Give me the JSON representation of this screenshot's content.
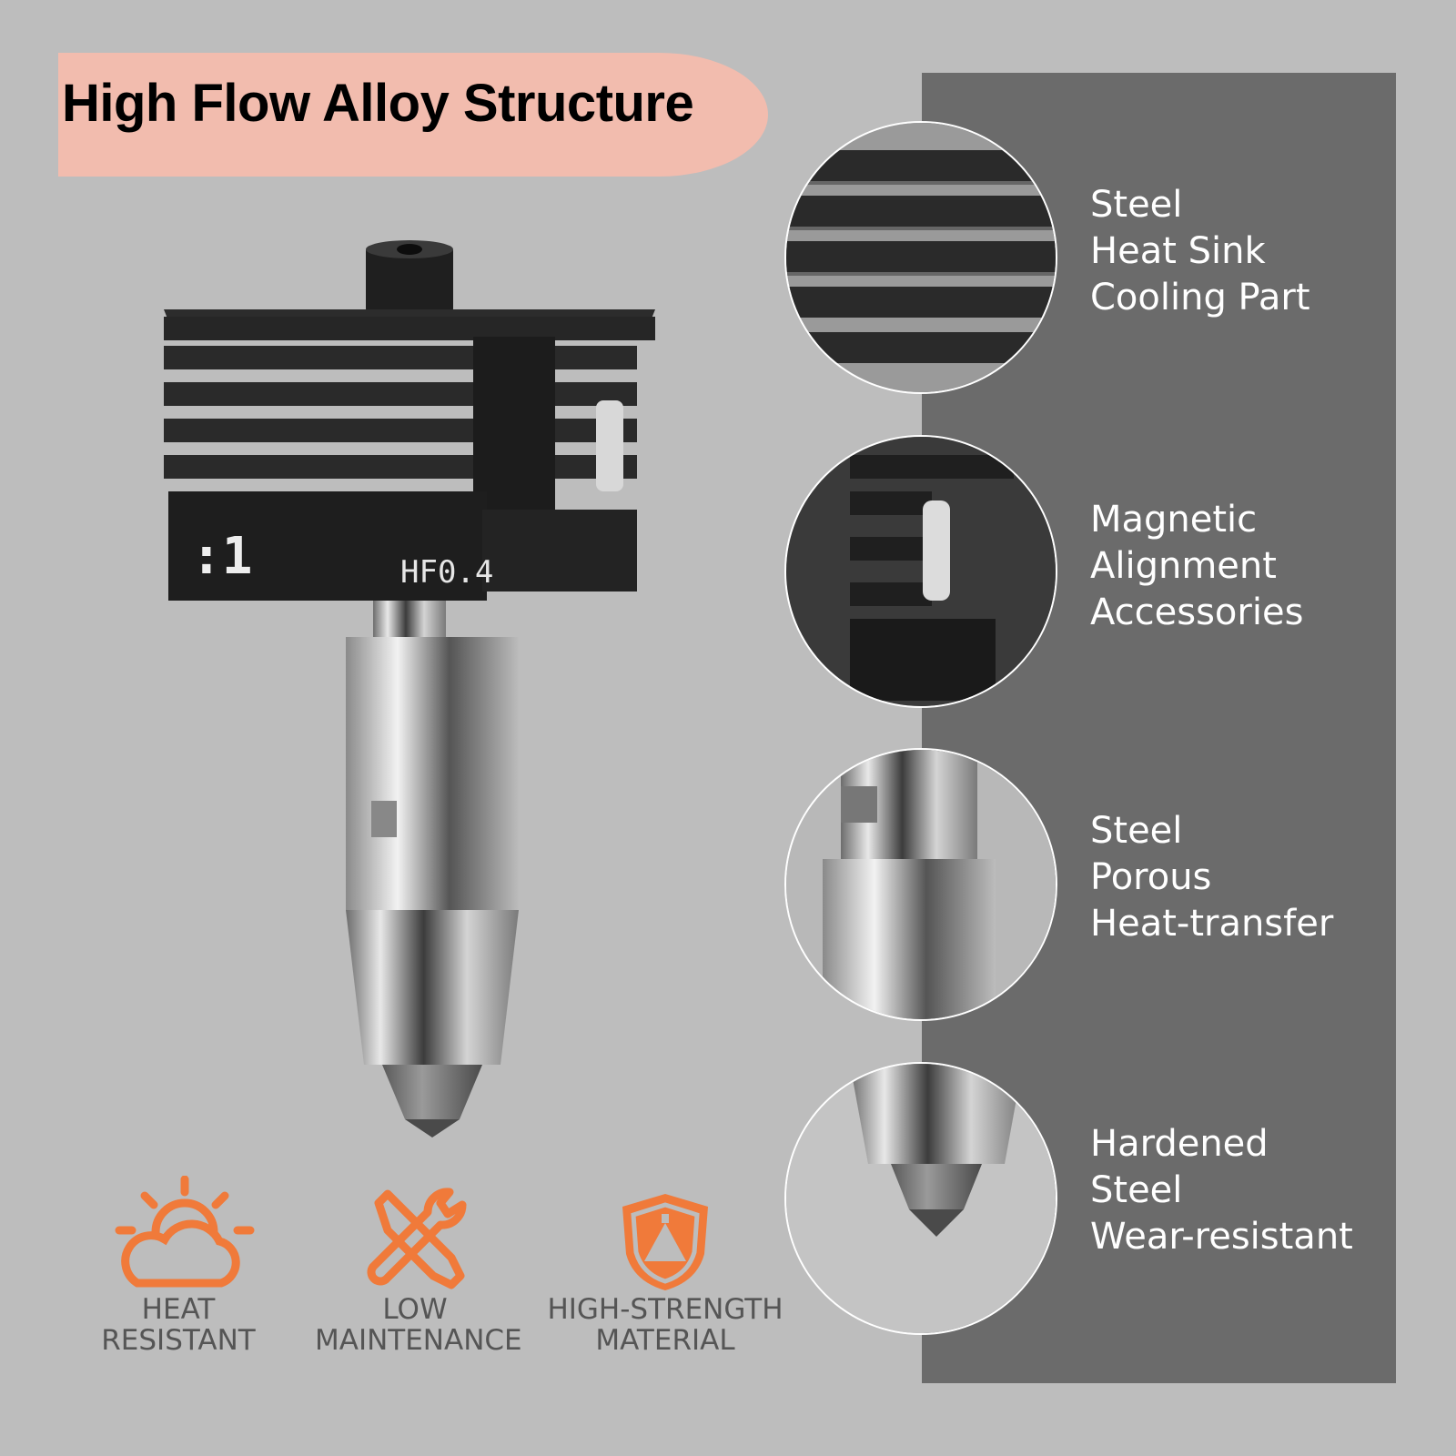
{
  "title": "High Flow Alloy Structure",
  "product": {
    "model_label": "HF0.4"
  },
  "features": [
    {
      "icon": "heat-sink",
      "lines": [
        "Steel",
        "Heat Sink",
        "Cooling Part"
      ]
    },
    {
      "icon": "magnet",
      "lines": [
        "Magnetic",
        "Alignment",
        "Accessories"
      ]
    },
    {
      "icon": "heat-break",
      "lines": [
        "Steel",
        "Porous",
        "Heat-transfer"
      ]
    },
    {
      "icon": "nozzle-tip",
      "lines": [
        "Hardened",
        "Steel",
        "Wear-resistant"
      ]
    }
  ],
  "badges": [
    {
      "icon": "sun-cloud-icon",
      "lines": [
        "HEAT",
        "RESISTANT"
      ]
    },
    {
      "icon": "wrench-screwdriver-icon",
      "lines": [
        "LOW",
        "MAINTENANCE"
      ]
    },
    {
      "icon": "shield-icon",
      "lines": [
        "HIGH-STRENGTH",
        "MATERIAL"
      ]
    }
  ],
  "colors": {
    "background": "#bdbdbd",
    "panel": "#6b6b6b",
    "banner": "#f2bcae",
    "accent": "#f07a3a",
    "badge_text": "#555555"
  }
}
